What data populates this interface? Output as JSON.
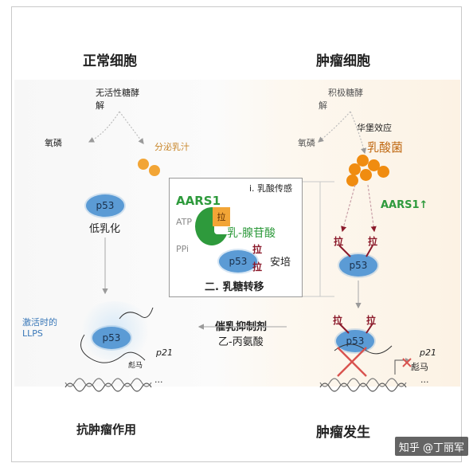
{
  "titles": {
    "normal_cell": "正常细胞",
    "tumor_cell": "肿瘤细胞",
    "anti_tumor": "抗肿瘤作用",
    "tumorigenesis": "肿瘤发生"
  },
  "left": {
    "inactive_glycolysis_line1": "无活性糖酵",
    "inactive_glycolysis_line2": "解",
    "oxphos": "氧磷",
    "secrete_lactate": "分泌乳汁",
    "p53": "p53",
    "low_lactylation": "低乳化",
    "llps_line1": "激活时的",
    "llps_line2": "LLPS",
    "p21": "p21",
    "pengma": "彪马",
    "dots": "..."
  },
  "right": {
    "active_glycolysis_line1": "积极糖酵",
    "active_glycolysis_line2": "解",
    "warburg": "华堡效应",
    "oxphos": "氧磷",
    "lactobacillus": "乳酸菌",
    "aars1_up": "AARS1↑",
    "la": "拉",
    "p53": "p53",
    "p21": "p21",
    "pengma": "彪马",
    "dots": "..."
  },
  "inset": {
    "sensing": "i. 乳酸传感",
    "aars1": "AARS1",
    "atp": "ATP",
    "ppi": "PPi",
    "la": "拉",
    "lactyl_adenylate": "乳-腺苷酸",
    "p53": "p53",
    "ampere": "安培",
    "transfer": "二. 乳糖转移"
  },
  "middle": {
    "inhibitor": "催乳抑制剂",
    "beta_alanine": "乙-丙氨酸"
  },
  "watermark": "知乎 @丁丽军",
  "colors": {
    "p53_blue": "#5b9bd5",
    "lactate_orange": "#f08c10",
    "aars1_green": "#2e9a3c",
    "lactyl_red": "#8b1a2b",
    "cross_red": "#d9534f"
  }
}
